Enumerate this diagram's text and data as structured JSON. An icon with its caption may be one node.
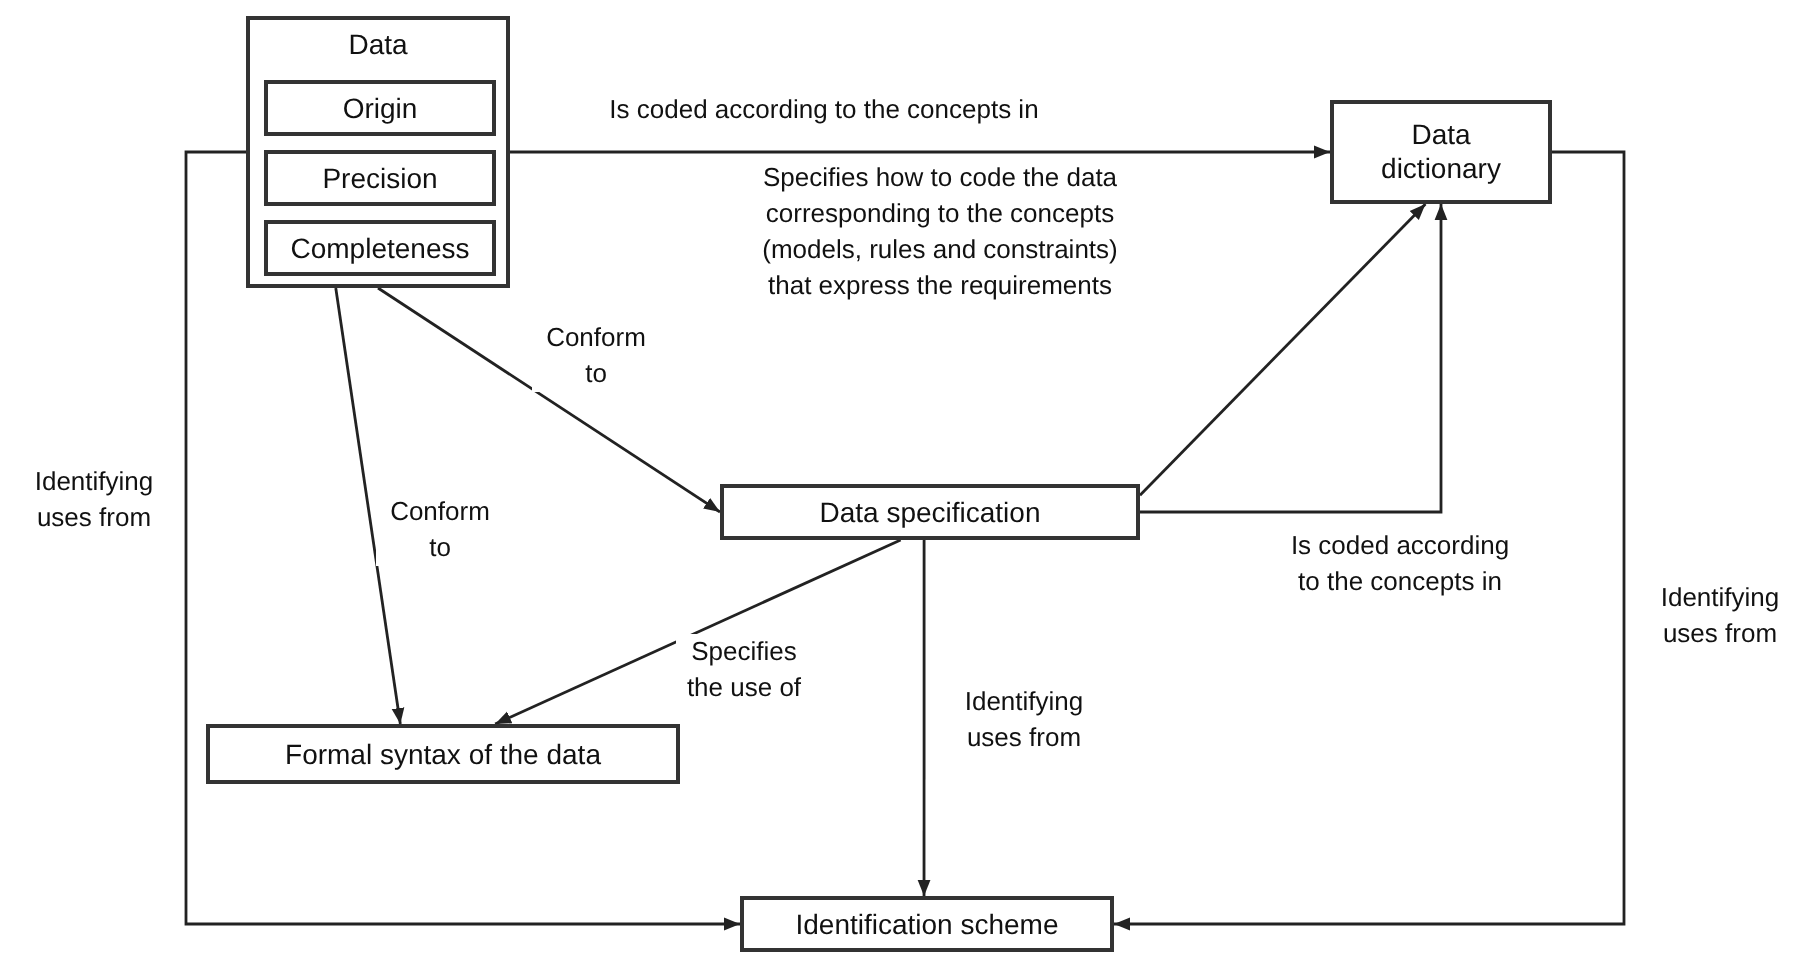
{
  "diagram": {
    "nodes": [
      {
        "text": [
          "Data"
        ]
      },
      {
        "text": [
          "Origin"
        ],
        "in": 0
      },
      {
        "text": [
          "Precision"
        ],
        "in": 0
      },
      {
        "text": [
          "Completeness"
        ],
        "in": 0
      },
      {
        "text": [
          "Data dictionary"
        ]
      },
      {
        "text": [
          "Data specification"
        ]
      },
      {
        "text": [
          "Formal syntax of the data"
        ]
      },
      {
        "text": [
          "Identification scheme"
        ]
      }
    ],
    "edges": [
      {
        "from": 0,
        "to": 4,
        "arrow": "to",
        "label": "Is coded according to the concepts in"
      },
      {
        "from": 0,
        "to": 5,
        "arrow": "to",
        "label": "Conform to"
      },
      {
        "from": 0,
        "to": 6,
        "arrow": "to",
        "label": "Conform to"
      },
      {
        "from": 5,
        "to": 4,
        "arrow": "to"
      },
      {
        "from": 5,
        "to": 4,
        "arrow": "to",
        "label": "Is coded according to the concepts in"
      },
      {
        "from": 5,
        "to": 6,
        "arrow": "to",
        "label": "Specifies the use of"
      },
      {
        "from": 5,
        "to": 7,
        "arrow": "to",
        "label": "Identifying uses from"
      },
      {
        "from": 0,
        "to": 7,
        "arrow": "to",
        "label": "Identifying uses from"
      },
      {
        "from": 4,
        "to": 7,
        "arrow": "to",
        "label": "Identifying uses from"
      }
    ],
    "labels": [
      "Specifies how to code the data corresponding to the concepts (models, rules and constraints) that express the requirements"
    ]
  }
}
